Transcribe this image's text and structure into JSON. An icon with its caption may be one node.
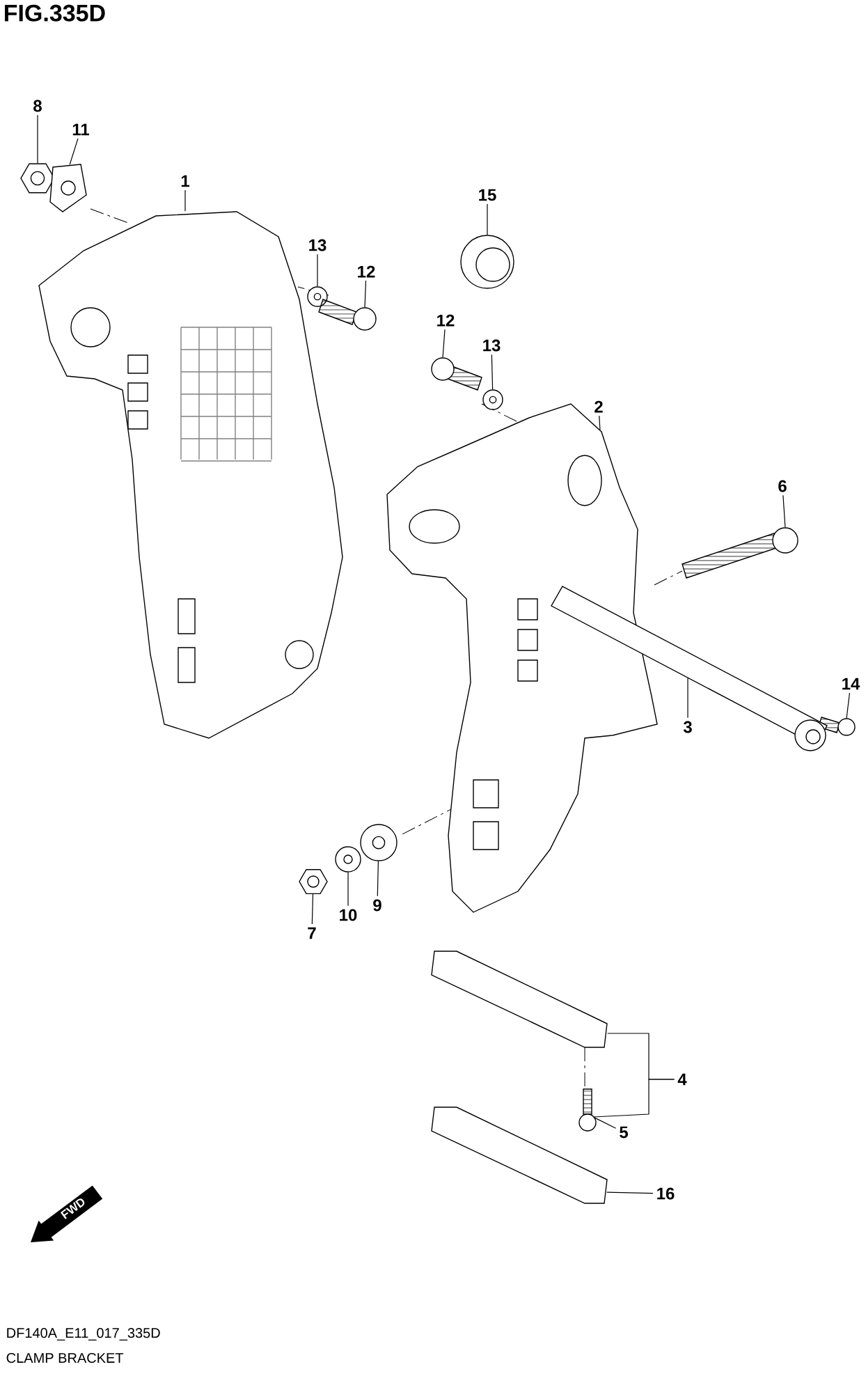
{
  "diagram": {
    "title": "FIG.335D",
    "nodes": [
      {
        "text": [
          "8"
        ]
      },
      {
        "text": [],
        "shape": "picture"
      },
      {
        "text": [
          "11"
        ]
      },
      {
        "text": [],
        "shape": "picture"
      },
      {
        "text": [
          "1"
        ]
      },
      {
        "text": [],
        "shape": "picture"
      },
      {
        "text": [
          "15"
        ]
      },
      {
        "text": [],
        "shape": "picture"
      },
      {
        "text": [
          "13"
        ]
      },
      {
        "text": [],
        "shape": "picture"
      },
      {
        "text": [
          "12"
        ]
      },
      {
        "text": [],
        "shape": "picture"
      },
      {
        "text": [
          "12"
        ]
      },
      {
        "text": [],
        "shape": "picture"
      },
      {
        "text": [
          "13"
        ]
      },
      {
        "text": [],
        "shape": "picture"
      },
      {
        "text": [
          "2"
        ]
      },
      {
        "text": [],
        "shape": "picture"
      },
      {
        "text": [
          "6"
        ]
      },
      {
        "text": [],
        "shape": "picture"
      },
      {
        "text": [
          "14"
        ]
      },
      {
        "text": [],
        "shape": "picture"
      },
      {
        "text": [
          "3"
        ]
      },
      {
        "text": [],
        "shape": "picture"
      },
      {
        "text": [
          "9"
        ]
      },
      {
        "text": [],
        "shape": "picture"
      },
      {
        "text": [
          "10"
        ]
      },
      {
        "text": [],
        "shape": "picture"
      },
      {
        "text": [
          "7"
        ]
      },
      {
        "text": [],
        "shape": "picture"
      },
      {
        "text": [
          "4"
        ]
      },
      {
        "text": [],
        "shape": "picture"
      },
      {
        "text": [
          "5"
        ]
      },
      {
        "text": [],
        "shape": "picture"
      },
      {
        "text": [
          "16"
        ]
      },
      {
        "text": [],
        "shape": "picture"
      }
    ],
    "edges": [
      {
        "from": 0,
        "to": 1,
        "arrow": "none"
      },
      {
        "from": 2,
        "to": 3,
        "arrow": "none"
      },
      {
        "from": 4,
        "to": 5,
        "arrow": "none"
      },
      {
        "from": 6,
        "to": 7,
        "arrow": "none"
      },
      {
        "from": 8,
        "to": 9,
        "arrow": "none"
      },
      {
        "from": 10,
        "to": 11,
        "arrow": "none"
      },
      {
        "from": 12,
        "to": 13,
        "arrow": "none"
      },
      {
        "from": 14,
        "to": 15,
        "arrow": "none"
      },
      {
        "from": 16,
        "to": 17,
        "arrow": "none"
      },
      {
        "from": 18,
        "to": 19,
        "arrow": "none"
      },
      {
        "from": 20,
        "to": 21,
        "arrow": "none"
      },
      {
        "from": 22,
        "to": 23,
        "arrow": "none"
      },
      {
        "from": 24,
        "to": 25,
        "arrow": "none"
      },
      {
        "from": 26,
        "to": 27,
        "arrow": "none"
      },
      {
        "from": 28,
        "to": 29,
        "arrow": "none"
      },
      {
        "from": 30,
        "to": 31,
        "arrow": "none"
      },
      {
        "from": 30,
        "to": 33,
        "arrow": "none"
      },
      {
        "from": 32,
        "to": 33,
        "arrow": "none"
      },
      {
        "from": 34,
        "to": 35,
        "arrow": "none"
      }
    ],
    "labels": [
      "FWD",
      "DF140A_E11_017_335D",
      "CLAMP BRACKET"
    ]
  }
}
